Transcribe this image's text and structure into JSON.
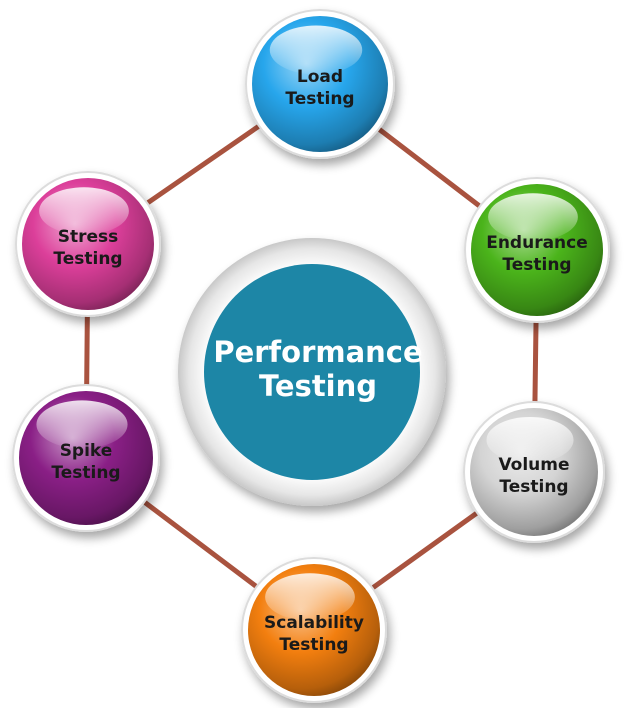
{
  "center": {
    "line1": "Performance",
    "line2": "Testing",
    "fill": "#1d86a6",
    "text_color": "#ffffff"
  },
  "connector_color": "#a9533f",
  "nodes": [
    {
      "id": "load",
      "line1": "Load",
      "line2": "Testing",
      "color": "#27a6ec",
      "text_color": "#1a1a1a"
    },
    {
      "id": "endurance",
      "line1": "Endurance",
      "line2": "Testing",
      "color": "#4bb41b",
      "text_color": "#1a1a1a"
    },
    {
      "id": "volume",
      "line1": "Volume",
      "line2": "Testing",
      "color": "#d4d4d4",
      "text_color": "#1a1a1a"
    },
    {
      "id": "scalability",
      "line1": "Scalability",
      "line2": "Testing",
      "color": "#f37f0f",
      "text_color": "#1a1a1a"
    },
    {
      "id": "spike",
      "line1": "Spike",
      "line2": "Testing",
      "color": "#8a1f86",
      "text_color": "#1a1a1a"
    },
    {
      "id": "stress",
      "line1": "Stress",
      "line2": "Testing",
      "color": "#dc3f9a",
      "text_color": "#1a1a1a"
    }
  ]
}
